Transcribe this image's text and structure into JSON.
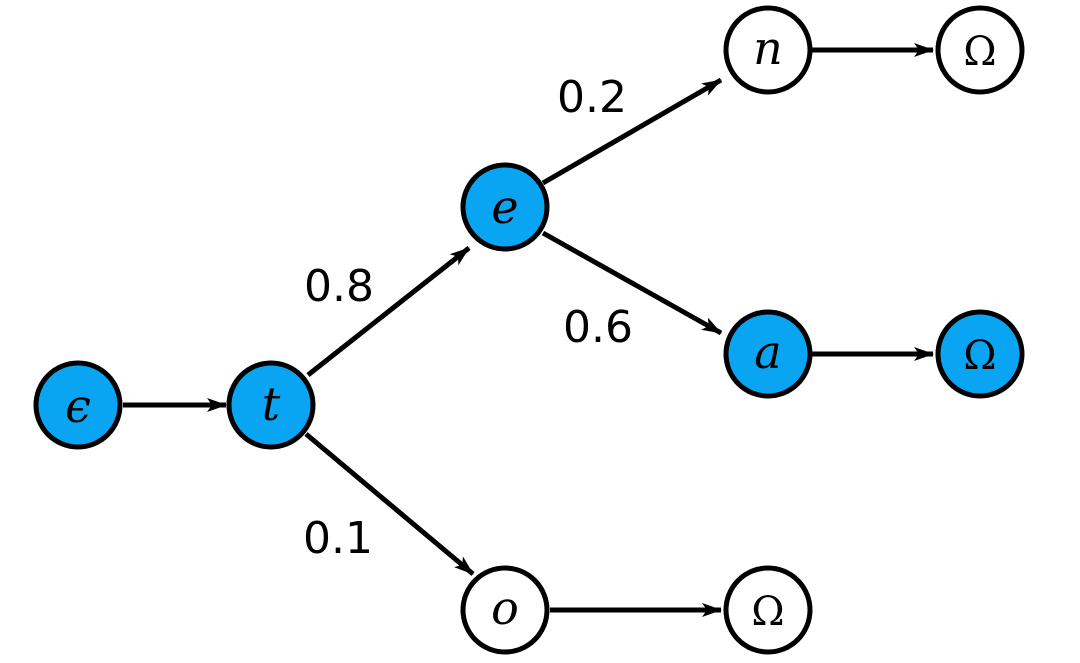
{
  "colors": {
    "highlight": "#0aa5f2",
    "plain": "#ffffff",
    "stroke": "#000000"
  },
  "nodes": {
    "epsilon": {
      "label": "ϵ",
      "highlighted": true
    },
    "t": {
      "label": "t",
      "highlighted": true
    },
    "e": {
      "label": "e",
      "highlighted": true
    },
    "n": {
      "label": "n",
      "highlighted": false
    },
    "a": {
      "label": "a",
      "highlighted": true
    },
    "o": {
      "label": "o",
      "highlighted": false
    },
    "omega_n": {
      "label": "Ω",
      "highlighted": false
    },
    "omega_a": {
      "label": "Ω",
      "highlighted": true
    },
    "omega_o": {
      "label": "Ω",
      "highlighted": false
    }
  },
  "edges": {
    "t_e": {
      "label": "0.8"
    },
    "e_n": {
      "label": "0.2"
    },
    "e_a": {
      "label": "0.6"
    },
    "t_o": {
      "label": "0.1"
    }
  }
}
